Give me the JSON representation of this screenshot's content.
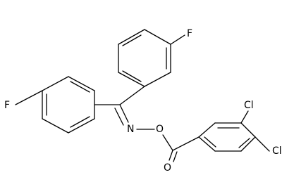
{
  "molecule": {
    "atoms": {
      "f_top": "F",
      "f_left": "F",
      "n_oxime": "N",
      "o_ester": "O",
      "o_carbonyl": "O",
      "cl_meta": "Cl",
      "cl_para": "Cl"
    }
  }
}
